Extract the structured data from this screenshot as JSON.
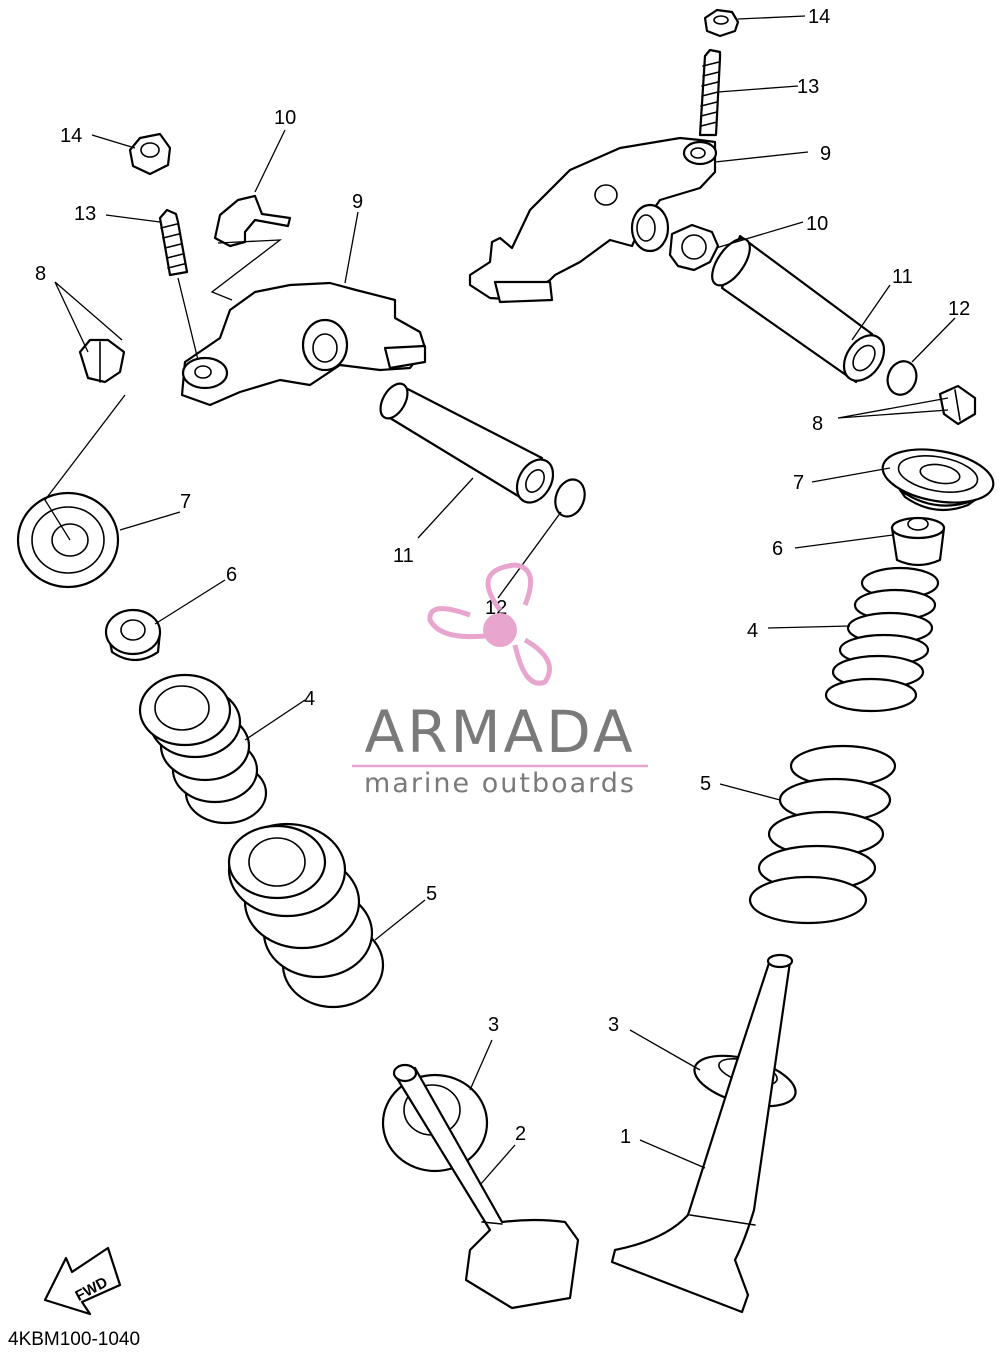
{
  "diagram": {
    "callouts": [
      "1",
      "2",
      "3",
      "4",
      "5",
      "6",
      "7",
      "8",
      "9",
      "10",
      "11",
      "12",
      "13",
      "14"
    ],
    "drawing_code": "4KBM100-1040",
    "fwd_label": "FWD"
  },
  "watermark": {
    "brand": "ARMADA",
    "tagline": "marine outboards",
    "logo_icon": "propeller-icon",
    "logo_color": "#e8a6cf",
    "text_color": "#7a7a7a"
  }
}
